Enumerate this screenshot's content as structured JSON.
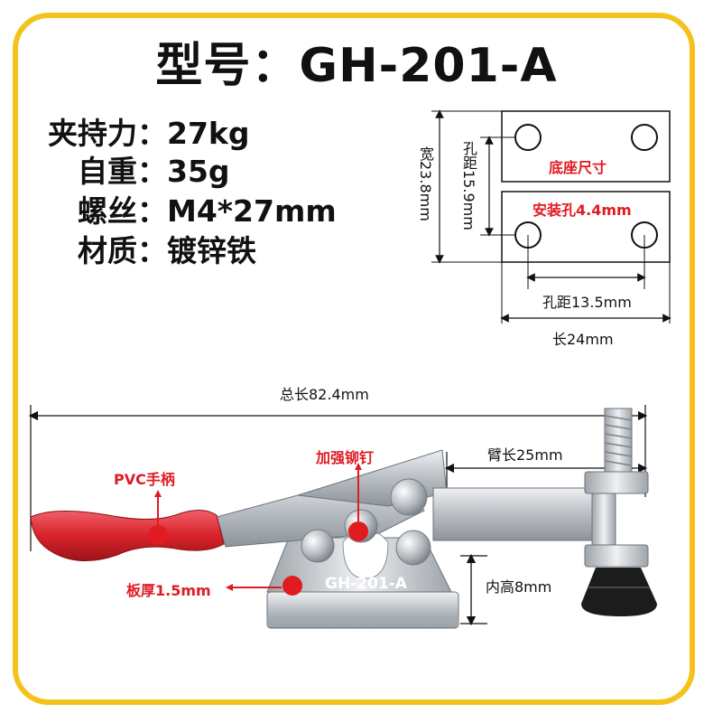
{
  "title": "型号：GH-201-A",
  "specs": [
    {
      "label": "夹持力：",
      "value": "27kg"
    },
    {
      "label": "自重：",
      "value": "35g"
    },
    {
      "label": "螺丝：",
      "value": "M4*27mm"
    },
    {
      "label": "材质：",
      "value": "镀锌铁"
    }
  ],
  "base_diagram": {
    "width_label": "宽23.8mm",
    "hole_v_label": "孔距15.9mm",
    "base_size_label": "底座尺寸",
    "hole_dia_label": "安装孔4.4mm",
    "hole_h_label": "孔距13.5mm",
    "length_label": "长24mm"
  },
  "clamp_diagram": {
    "total_length_label": "总长82.4mm",
    "arm_length_label": "臂长25mm",
    "rivet_label": "加强铆钉",
    "handle_label": "PVC手柄",
    "plate_label": "板厚1.5mm",
    "inner_height_label": "内高8mm",
    "model_stamp": "GH-201-A"
  },
  "colors": {
    "frame": "#f5c21b",
    "accent_red": "#e01b22",
    "handle_red": "#d8232a",
    "steel": "#c9cdd2"
  }
}
